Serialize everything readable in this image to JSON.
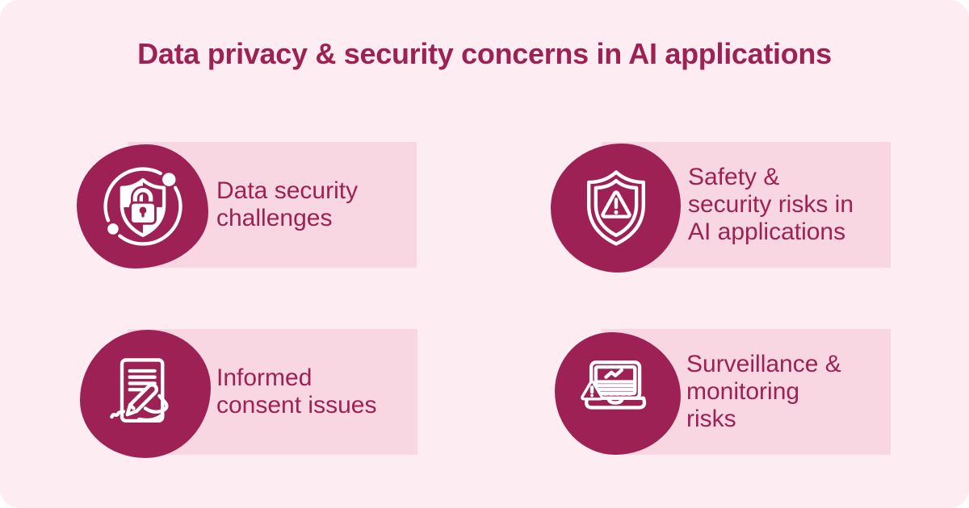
{
  "title": "Data privacy & security concerns in AI applications",
  "colors": {
    "accent_maroon": "#9e2155",
    "text_maroon": "#9e2154",
    "panel_pink": "#f8d7e3",
    "card_background": "#fdedf3",
    "page_background": "#ffffff",
    "icon_stroke": "#ffffff"
  },
  "items": [
    {
      "id": "data-security-challenges",
      "icon": "shield-lock-orbit-icon",
      "label": "Data security\nchallenges"
    },
    {
      "id": "safety-security-risks",
      "icon": "shield-warning-icon",
      "label": "Safety &\nsecurity risks in\nAI applications"
    },
    {
      "id": "informed-consent-issues",
      "icon": "document-signature-icon",
      "label": "Informed\nconsent issues"
    },
    {
      "id": "surveillance-monitoring",
      "icon": "laptop-warning-icon",
      "label": "Surveillance &\nmonitoring\nrisks"
    }
  ]
}
